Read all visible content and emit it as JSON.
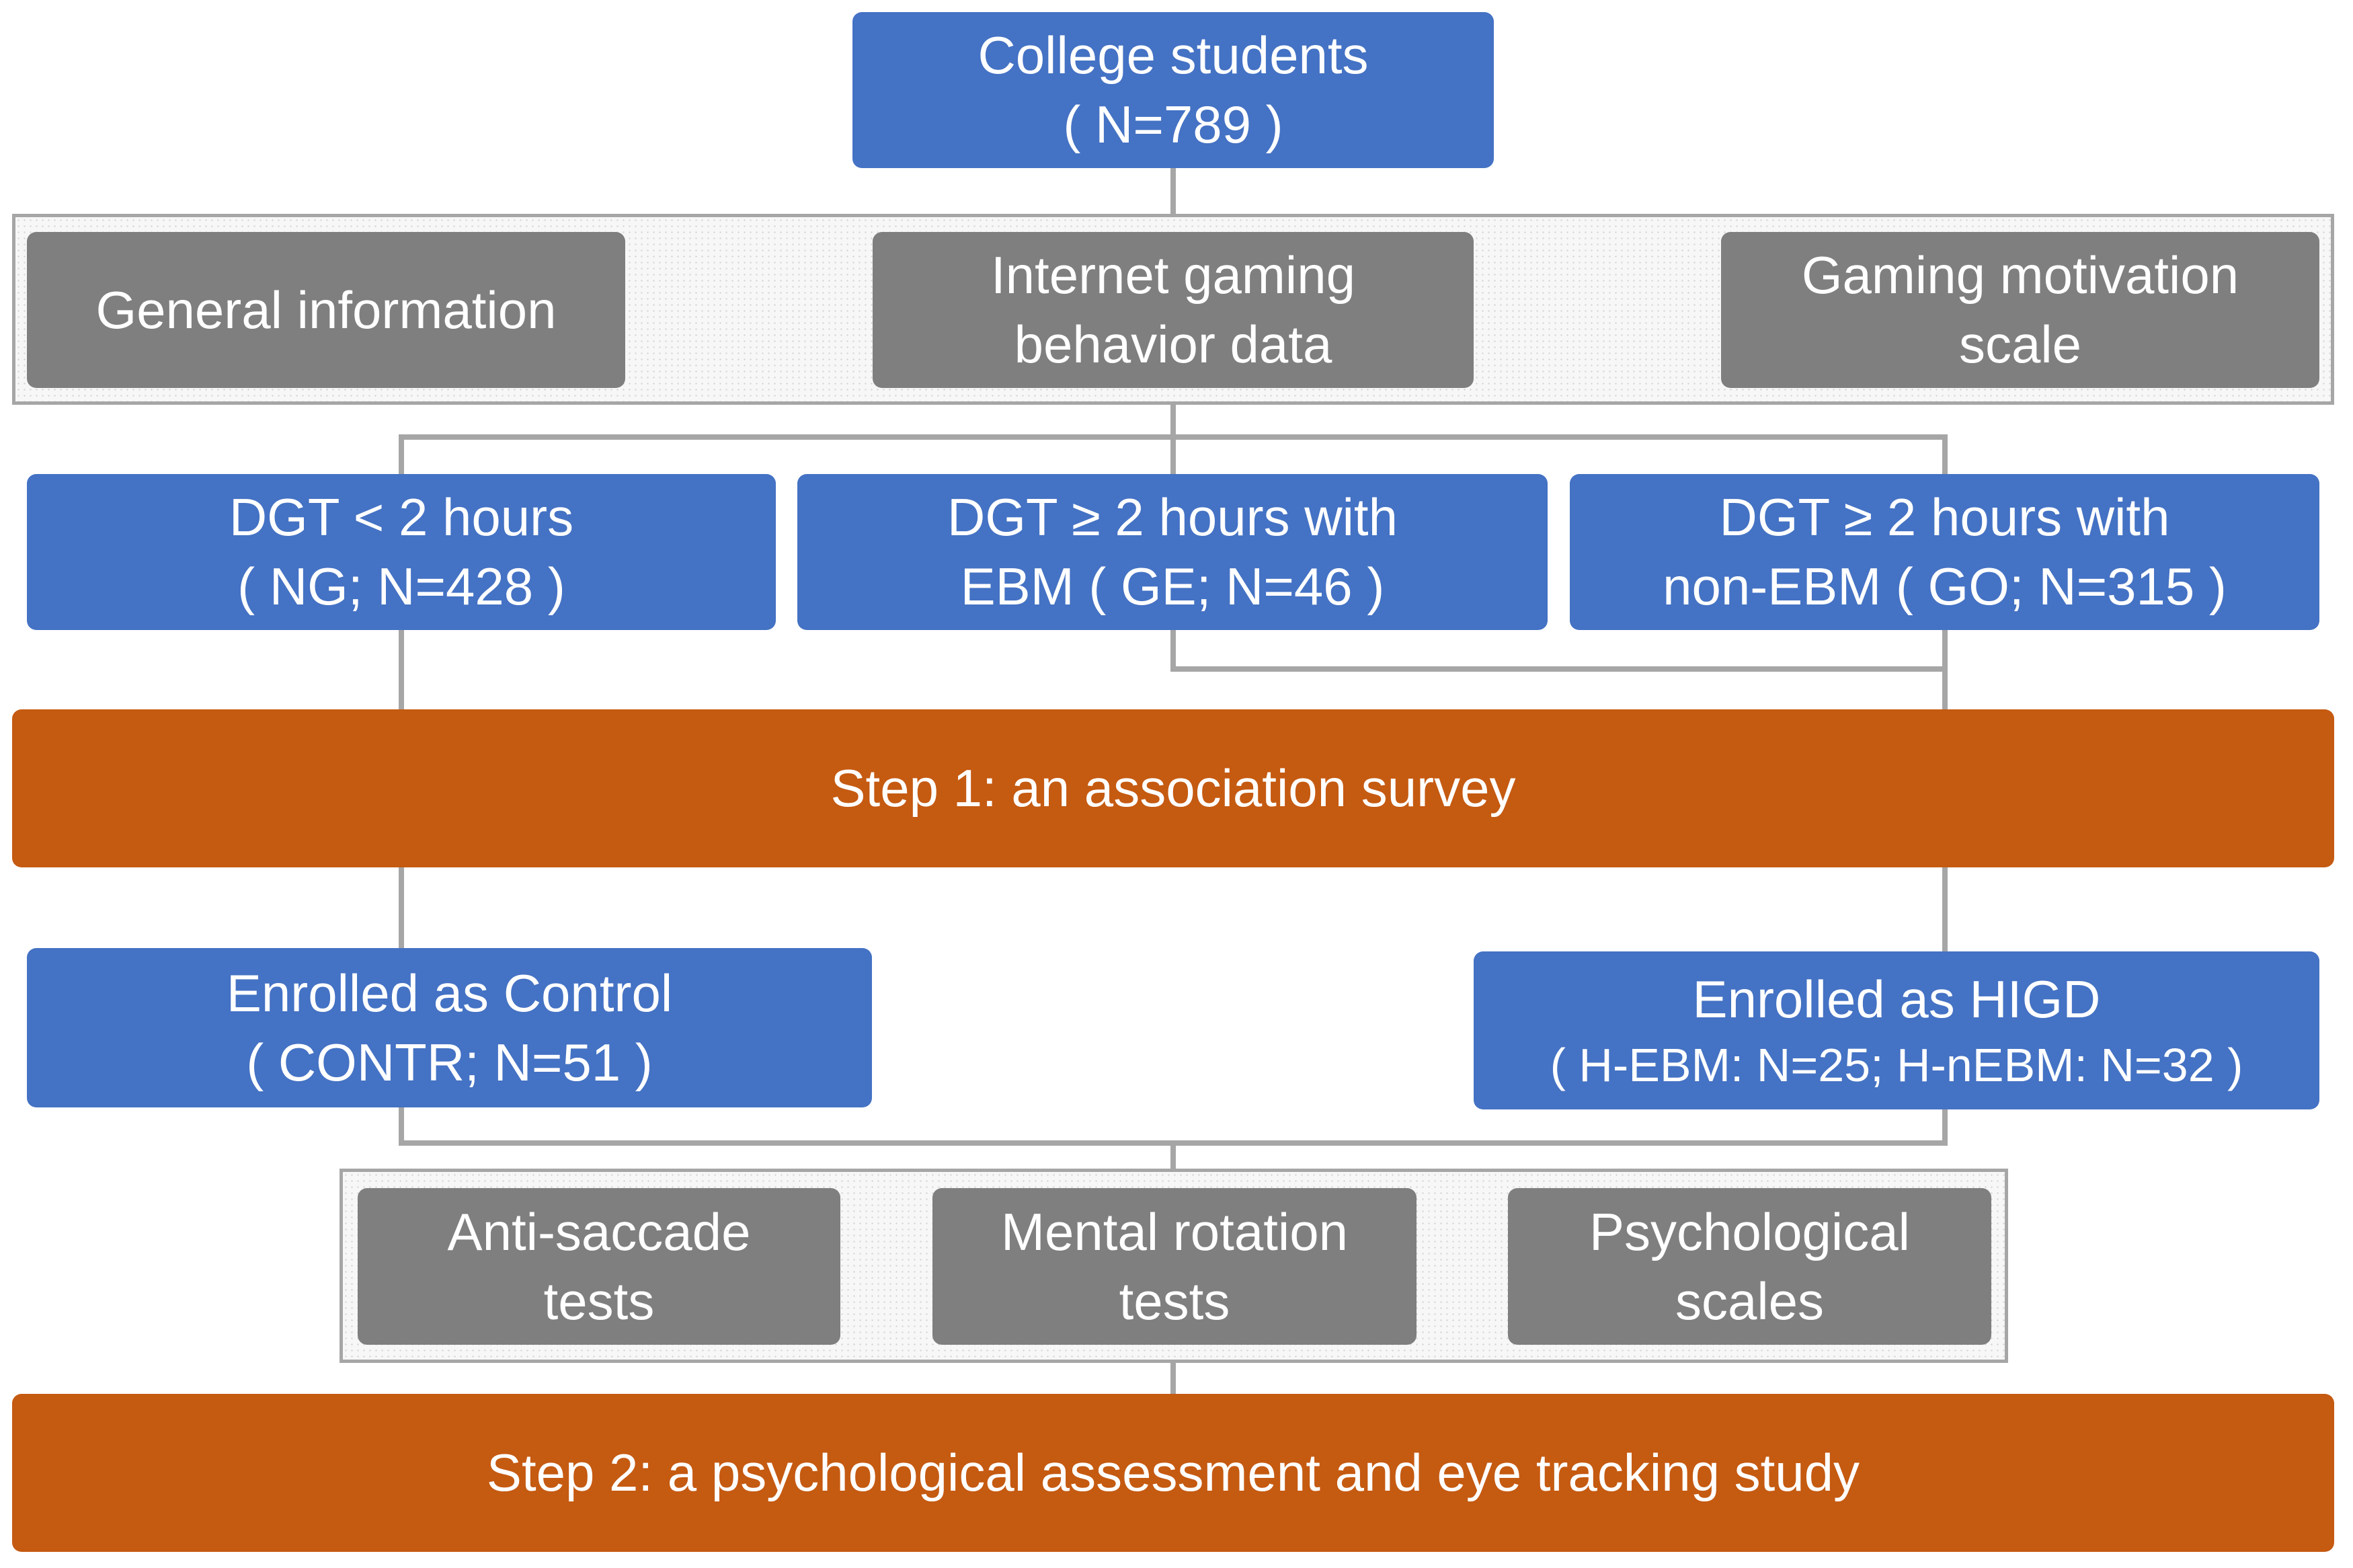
{
  "top": {
    "line1": "College students",
    "line2": "( N=789 )"
  },
  "collected": [
    {
      "line1": "General information",
      "line2": ""
    },
    {
      "line1": "Internet gaming",
      "line2": "behavior data"
    },
    {
      "line1": "Gaming motivation",
      "line2": "scale"
    }
  ],
  "groups": [
    {
      "line1": "DGT < 2 hours",
      "line2": "( NG; N=428 )"
    },
    {
      "line1": "DGT ≥ 2 hours with",
      "line2": "EBM ( GE; N=46 )"
    },
    {
      "line1": "DGT ≥ 2 hours with",
      "line2": "non-EBM ( GO; N=315 )"
    }
  ],
  "step1": "Step 1: an association survey",
  "enrolled": {
    "control": {
      "line1": "Enrolled as Control",
      "line2": "( CONTR; N=51 )"
    },
    "higd": {
      "line1": "Enrolled as HIGD",
      "line2": "( H-EBM: N=25; H-nEBM: N=32 )"
    }
  },
  "assessments": [
    {
      "line1": "Anti-saccade",
      "line2": "tests"
    },
    {
      "line1": "Mental rotation",
      "line2": "tests"
    },
    {
      "line1": "Psychological",
      "line2": "scales"
    }
  ],
  "step2": "Step 2: a psychological assessment and eye tracking study",
  "colors": {
    "blue": "#4472C4",
    "gray": "#7F7F7F",
    "orange": "#C55A11",
    "connector": "#A6A6A6"
  }
}
